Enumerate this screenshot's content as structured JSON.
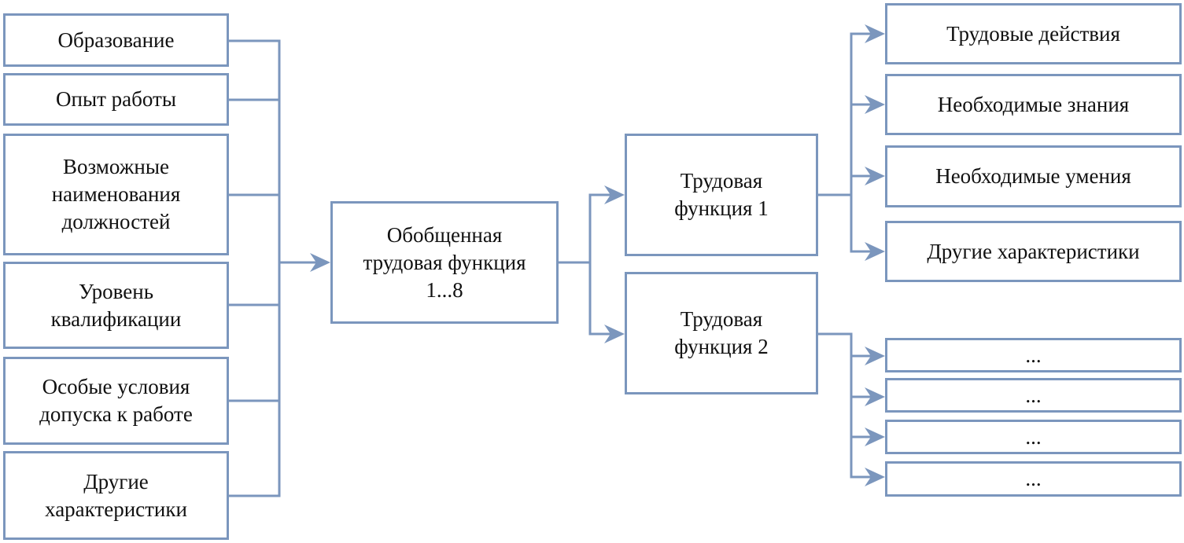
{
  "colors": {
    "connector": "#7b96bd",
    "box_border": "#7b96bd",
    "text": "#111111",
    "background": "#ffffff"
  },
  "left_attributes": [
    "Образование",
    "Опыт работы",
    "Возможные\nнаименования\nдолжностей",
    "Уровень\nквалификации",
    "Особые условия\nдопуска к работе",
    "Другие\nхарактеристики"
  ],
  "generalized_function": "Обобщенная\nтрудовая функция\n1...8",
  "functions": [
    "Трудовая\nфункция 1",
    "Трудовая\nфункция 2"
  ],
  "function_1_details": [
    "Трудовые действия",
    "Необходимые знания",
    "Необходимые умения",
    "Другие характеристики"
  ],
  "function_2_details": [
    "...",
    "...",
    "...",
    "..."
  ]
}
